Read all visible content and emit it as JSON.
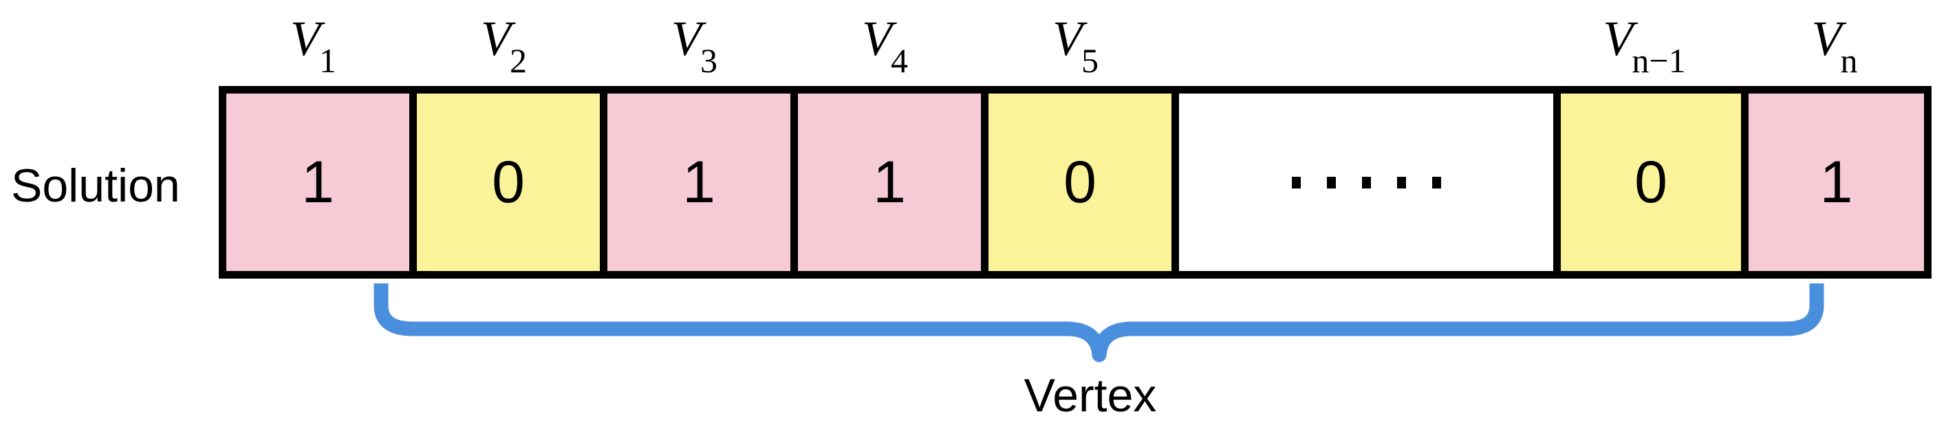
{
  "diagram": {
    "row_label": "Solution",
    "brace_caption": "Vertex",
    "colors": {
      "pink": "#F7CBD5",
      "yellow": "#FAF39A",
      "white": "#FFFFFF",
      "border": "#000000",
      "brace": "#4A8FDE",
      "text": "#000000"
    },
    "headers": [
      {
        "base": "V",
        "sub": "1"
      },
      {
        "base": "V",
        "sub": "2"
      },
      {
        "base": "V",
        "sub": "3"
      },
      {
        "base": "V",
        "sub": "4"
      },
      {
        "base": "V",
        "sub": "5"
      },
      {
        "base": "",
        "sub": ""
      },
      {
        "base": "V",
        "sub": "n−1"
      },
      {
        "base": "V",
        "sub": "n"
      }
    ],
    "cells": [
      {
        "value": "1",
        "fill": "#F7CBD5",
        "kind": "bit"
      },
      {
        "value": "0",
        "fill": "#FAF39A",
        "kind": "bit"
      },
      {
        "value": "1",
        "fill": "#F7CBD5",
        "kind": "bit"
      },
      {
        "value": "1",
        "fill": "#F7CBD5",
        "kind": "bit"
      },
      {
        "value": "0",
        "fill": "#FAF39A",
        "kind": "bit"
      },
      {
        "value": "",
        "fill": "#FFFFFF",
        "kind": "ellipsis",
        "dots": 5
      },
      {
        "value": "0",
        "fill": "#FAF39A",
        "kind": "bit"
      },
      {
        "value": "1",
        "fill": "#F7CBD5",
        "kind": "bit"
      }
    ],
    "brace": {
      "covers_from_header": "V2",
      "covers_to_header": "Vn",
      "orientation": "under",
      "color": "#4A8FDE"
    }
  }
}
